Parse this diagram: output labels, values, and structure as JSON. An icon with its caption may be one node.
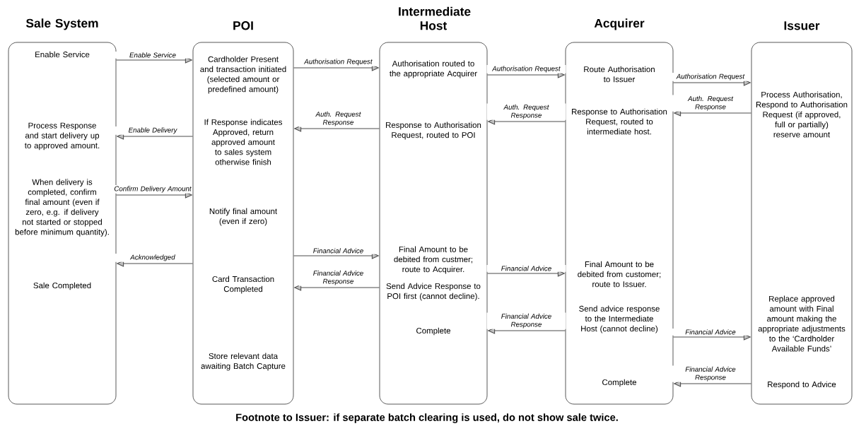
{
  "diagram": {
    "caption": "Footnote to Issuer: if separate batch clearing is used, do not show sale twice.",
    "nodes": [
      {
        "text": [
          "Sale System",
          "Enable Service",
          "Process Response and start delivery up to approved amount.",
          "When delivery is completed, confirm final amount (even if zero, e.g. if delivery not started or stopped before minimum quantity).",
          "Sale Completed"
        ]
      },
      {
        "text": [
          "POI",
          "Cardholder Present and transaction initiated (selected amount or predefined amount)",
          "If Response indicates Approved,  return approved amount to sales system otherwise finish",
          "Notify  final amount (even if zero)",
          "Card Transaction Completed",
          "Store relevant data awaiting Batch Capture"
        ]
      },
      {
        "text": [
          "Intermediate Host",
          "Authorisation routed to the appropriate Acquirer",
          "Response to Authorisation Request, routed to POI",
          "Final Amount to be debited from custmer; route to Acquirer.",
          "Send Advice Response to POI first (cannot decline).",
          "Complete"
        ]
      },
      {
        "text": [
          "Acquirer",
          "Route Authorisation to Issuer",
          "Response to Authorisation Request, routed to intermediate host.",
          "Final Amount to be debited from customer; route to Issuer.",
          "Send advice response to the Intermediate Host (cannot decline)",
          "Complete"
        ]
      },
      {
        "text": [
          "Issuer",
          "Process Authorisation, Respond to Authorisation Request (if approved, full or partially) reserve amount",
          "Replace approved amount with Final amount making the appropriate adjustments to the ‘Cardholder Available Funds’",
          "Respond to Advice"
        ]
      }
    ],
    "edges": [
      {
        "from": 0,
        "to": 1,
        "arrow": "to",
        "label": "Enable Service"
      },
      {
        "from": 1,
        "to": 2,
        "arrow": "to",
        "label": "Authorisation Request"
      },
      {
        "from": 2,
        "to": 3,
        "arrow": "to",
        "label": "Authorisation Request"
      },
      {
        "from": 3,
        "to": 4,
        "arrow": "to",
        "label": "Authorisation Request"
      },
      {
        "from": 4,
        "to": 3,
        "arrow": "to",
        "label": "Auth. Request Response"
      },
      {
        "from": 3,
        "to": 2,
        "arrow": "to",
        "label": "Auth. Request Response"
      },
      {
        "from": 2,
        "to": 1,
        "arrow": "to",
        "label": "Auth. Request Response"
      },
      {
        "from": 1,
        "to": 0,
        "arrow": "to",
        "label": "Enable Delivery"
      },
      {
        "from": 0,
        "to": 1,
        "arrow": "to",
        "label": "Confirm Delivery Amount"
      },
      {
        "from": 1,
        "to": 2,
        "arrow": "to",
        "label": "Financial Advice"
      },
      {
        "from": 1,
        "to": 0,
        "arrow": "to",
        "label": "Acknowledged"
      },
      {
        "from": 2,
        "to": 3,
        "arrow": "to",
        "label": "Financial Advice"
      },
      {
        "from": 2,
        "to": 1,
        "arrow": "to",
        "label": "Financial Advice Response"
      },
      {
        "from": 3,
        "to": 2,
        "arrow": "to",
        "label": "Financial Advice Response"
      },
      {
        "from": 3,
        "to": 4,
        "arrow": "to",
        "label": "Financial Advice"
      },
      {
        "from": 4,
        "to": 3,
        "arrow": "to",
        "label": "Financial Advice Response"
      }
    ]
  }
}
